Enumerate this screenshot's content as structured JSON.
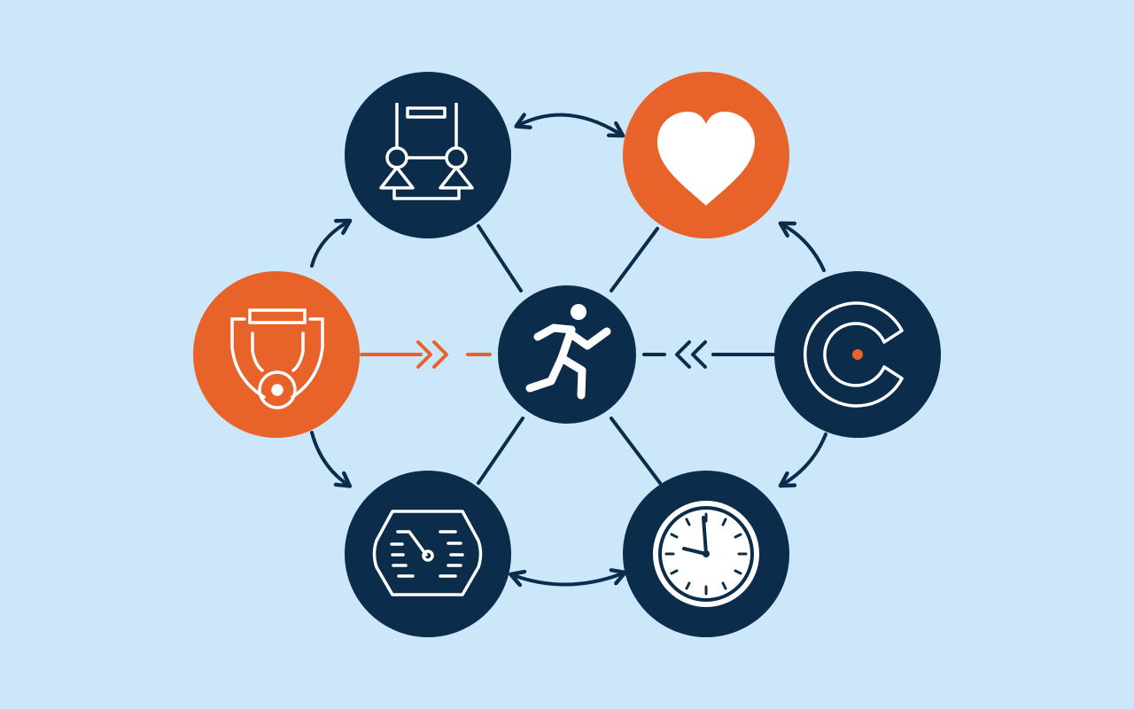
{
  "colors": {
    "background": "#cce6fa",
    "dark": "#0b2d4b",
    "accent": "#e8632a",
    "icon": "#ffffff"
  },
  "nodes": [
    {
      "id": "center",
      "icon": "running-person-icon",
      "color": "dark"
    },
    {
      "id": "top-left",
      "icon": "gymnastic-rings-icon",
      "color": "dark"
    },
    {
      "id": "top-right",
      "icon": "heart-icon",
      "color": "accent"
    },
    {
      "id": "left",
      "icon": "medal-stethoscope-icon",
      "color": "accent"
    },
    {
      "id": "right",
      "icon": "c-target-icon",
      "color": "dark"
    },
    {
      "id": "bottom-left",
      "icon": "gauge-icon",
      "color": "dark"
    },
    {
      "id": "bottom-right",
      "icon": "clock-icon",
      "color": "dark"
    }
  ]
}
